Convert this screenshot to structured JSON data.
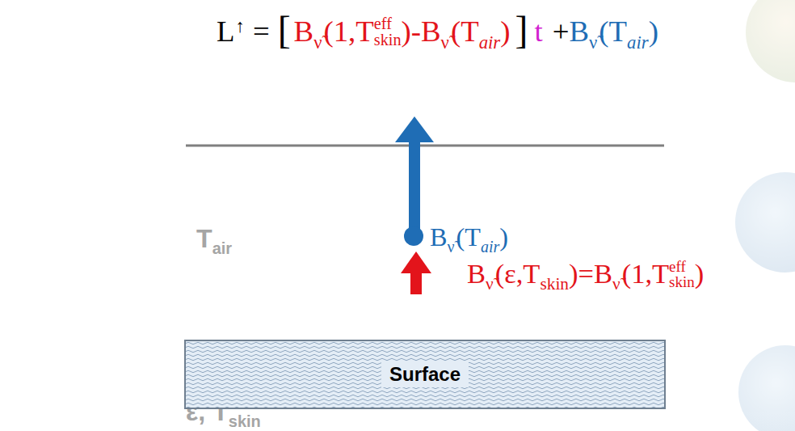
{
  "diagram": {
    "nodes": [
      {
        "text": [
          "Surface"
        ]
      }
    ],
    "labels": [
      "L",
      "↑",
      "=",
      "[",
      "B",
      "ν̃",
      "(1,T",
      "eff",
      "skin",
      ")",
      "-B",
      "ν̃",
      "(T",
      "air",
      ")",
      "]",
      "t",
      "+",
      "B",
      "ν̃",
      "(T",
      "air",
      ")",
      "B",
      "ν̃",
      "(T",
      "air",
      ")",
      "B",
      "ν̃",
      "(ε,T",
      "skin",
      ")=B",
      "ν̃",
      "(1,T",
      "eff",
      "skin",
      ")",
      "T",
      "air",
      "ε, T",
      "skin"
    ]
  }
}
